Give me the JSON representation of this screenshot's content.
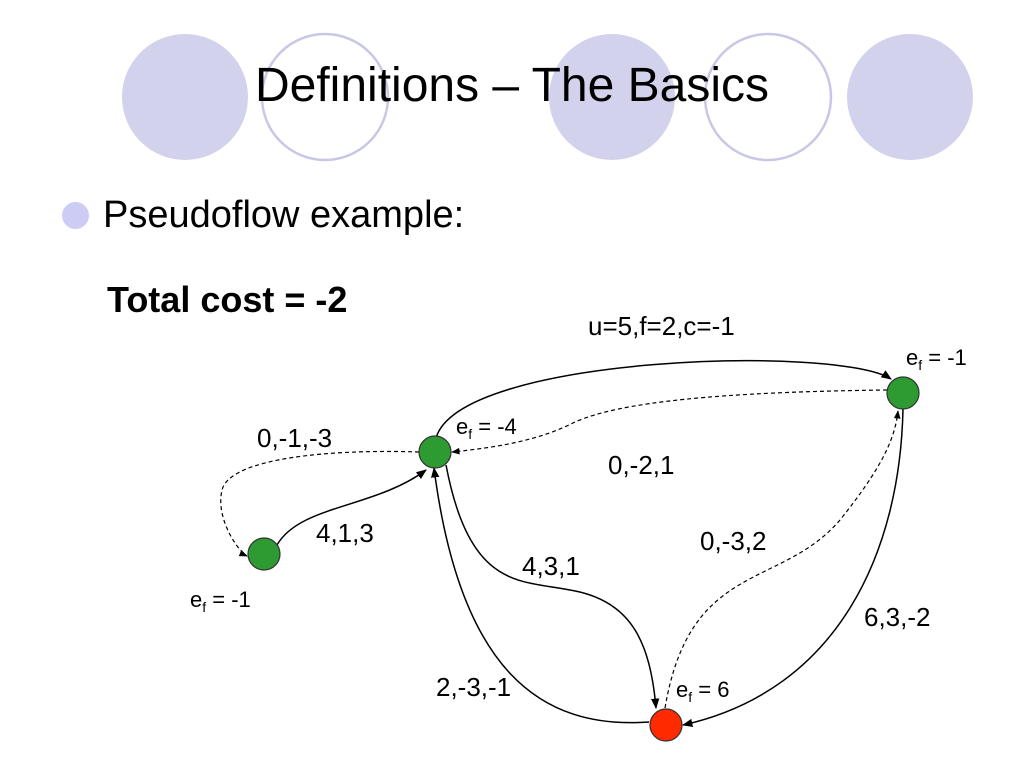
{
  "slide": {
    "title": "Definitions – The Basics",
    "bullet": "Pseudoflow example:",
    "total_cost": "Total cost = -2"
  },
  "colors": {
    "decor_fill": "#d2d2ec",
    "decor_stroke": "#c8c8e6",
    "bullet": "#ccccf4",
    "node_green": "#2e9a32",
    "node_red": "#ff2a00"
  },
  "nodes": [
    {
      "id": "a",
      "color": "green",
      "excess_prefix": "e",
      "excess_sub": "f",
      "excess_value": " = -1"
    },
    {
      "id": "b",
      "color": "green",
      "excess_prefix": "e",
      "excess_sub": "f",
      "excess_value": " = -4"
    },
    {
      "id": "c",
      "color": "green",
      "excess_prefix": "e",
      "excess_sub": "f",
      "excess_value": " = -1"
    },
    {
      "id": "d",
      "color": "red",
      "excess_prefix": "e",
      "excess_sub": "f",
      "excess_value": " = 6"
    }
  ],
  "edges": [
    {
      "from": "b",
      "to": "c",
      "style": "solid",
      "label": "u=5,f=2,c=-1"
    },
    {
      "from": "c",
      "to": "b",
      "style": "dashed",
      "label": "0,-2,1"
    },
    {
      "from": "b",
      "to": "a",
      "style": "dashed",
      "label": "0,-1,-3"
    },
    {
      "from": "a",
      "to": "b",
      "style": "solid",
      "label": "4,1,3"
    },
    {
      "from": "b",
      "to": "d",
      "style": "solid",
      "label": "4,3,1"
    },
    {
      "from": "d",
      "to": "c",
      "style": "dashed",
      "label": "0,-3,2"
    },
    {
      "from": "c",
      "to": "d",
      "style": "solid",
      "label": "6,3,-2"
    },
    {
      "from": "d",
      "to": "b",
      "style": "solid",
      "label": "2,-3,-1"
    }
  ]
}
